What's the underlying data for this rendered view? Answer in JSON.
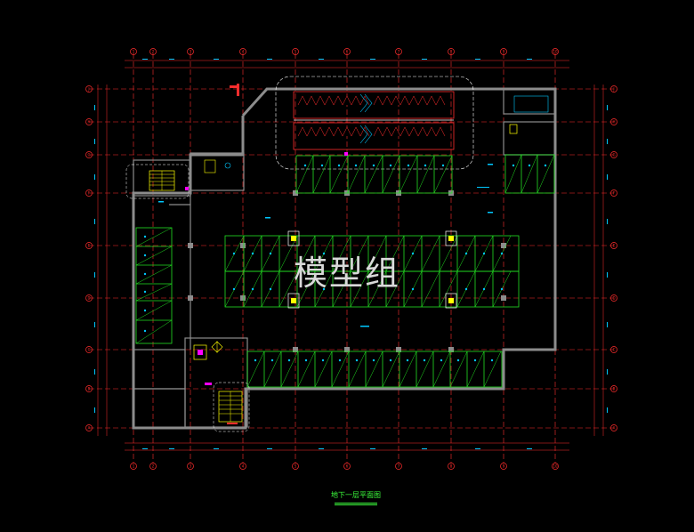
{
  "drawing": {
    "title": "地下一层平面图",
    "watermark": "模型组",
    "colors": {
      "background": "#000000",
      "wall": "#8c8c8c",
      "axis": "#ff2d2d",
      "parking": "#22e022",
      "dimension": "#00c8ff",
      "equipment": "#ffff00",
      "accent": "#ff00ff"
    },
    "axis_labels_top": [
      "1",
      "2",
      "3",
      "4",
      "5",
      "6",
      "7",
      "8",
      "9",
      "10"
    ],
    "axis_labels_left": [
      "J",
      "H",
      "G",
      "F",
      "E",
      "D",
      "C",
      "B",
      "A"
    ]
  }
}
